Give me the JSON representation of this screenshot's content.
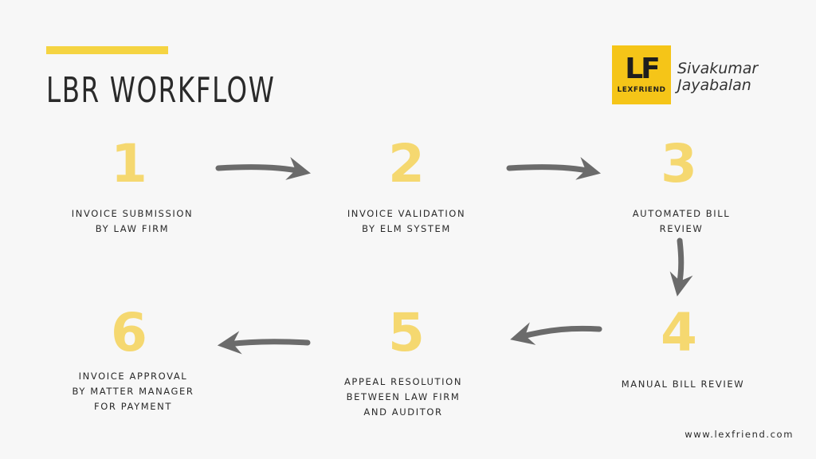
{
  "header": {
    "title": "LBR WORKFLOW",
    "logo_mark": "LF",
    "logo_wordmark": "LEXFRIEND",
    "author_first": "Sivakumar",
    "author_last": "Jayabalan"
  },
  "steps": [
    {
      "number": "1",
      "label_lines": [
        "INVOICE SUBMISSION",
        "BY LAW FIRM"
      ]
    },
    {
      "number": "2",
      "label_lines": [
        "INVOICE VALIDATION",
        "BY ELM SYSTEM"
      ]
    },
    {
      "number": "3",
      "label_lines": [
        "AUTOMATED BILL",
        "REVIEW"
      ]
    },
    {
      "number": "4",
      "label_lines": [
        "MANUAL BILL REVIEW"
      ]
    },
    {
      "number": "5",
      "label_lines": [
        "APPEAL RESOLUTION",
        "BETWEEN LAW FIRM",
        "AND AUDITOR"
      ]
    },
    {
      "number": "6",
      "label_lines": [
        "INVOICE APPROVAL",
        "BY MATTER MANAGER",
        "FOR PAYMENT"
      ]
    }
  ],
  "footer": {
    "url": "www.lexfriend.com"
  },
  "colors": {
    "accent": "#f5d442",
    "logo": "#f5c518",
    "number": "#f5d870",
    "arrow": "#6b6b6b"
  }
}
